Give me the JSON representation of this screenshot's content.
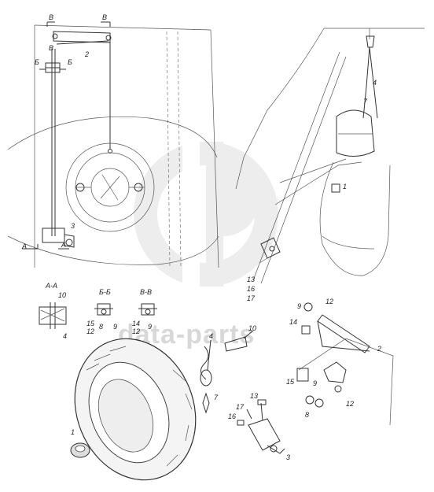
{
  "watermark": {
    "text": "data-parts",
    "color": "#cfcfcf"
  },
  "section_marks": {
    "v": "В",
    "b": "Б",
    "a": "А"
  },
  "section_titles": {
    "aa": "А-А",
    "bb": "Б-Б",
    "vv": "В-В"
  },
  "callouts": {
    "c1": "1",
    "c2": "2",
    "c3": "3",
    "c4": "4",
    "c7": "7",
    "c8": "8",
    "c9": "9",
    "c10": "10",
    "c12": "12",
    "c13": "13",
    "c14": "14",
    "c15": "15",
    "c16": "16",
    "c17": "17"
  }
}
